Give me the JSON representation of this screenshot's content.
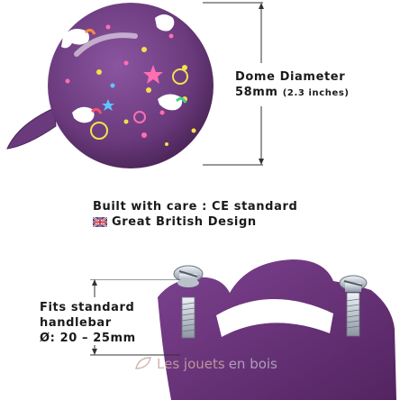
{
  "dome": {
    "label": "Dome Diameter",
    "size_main": "58mm",
    "size_small": "(2.3 inches)"
  },
  "features": {
    "care": "Built with care : CE standard",
    "design": "Great British Design",
    "flag_icon": "uk-flag-icon"
  },
  "fit": {
    "line1": "Fits standard",
    "line2": "handlebar",
    "line3": "Ø: 20 – 25mm"
  },
  "watermark": {
    "part1": "Les jouets",
    "part2": "en bois"
  },
  "colors": {
    "bell_purple": "#6a3a7c",
    "clamp_purple": "#6b3478",
    "text": "#1a1a1a"
  }
}
